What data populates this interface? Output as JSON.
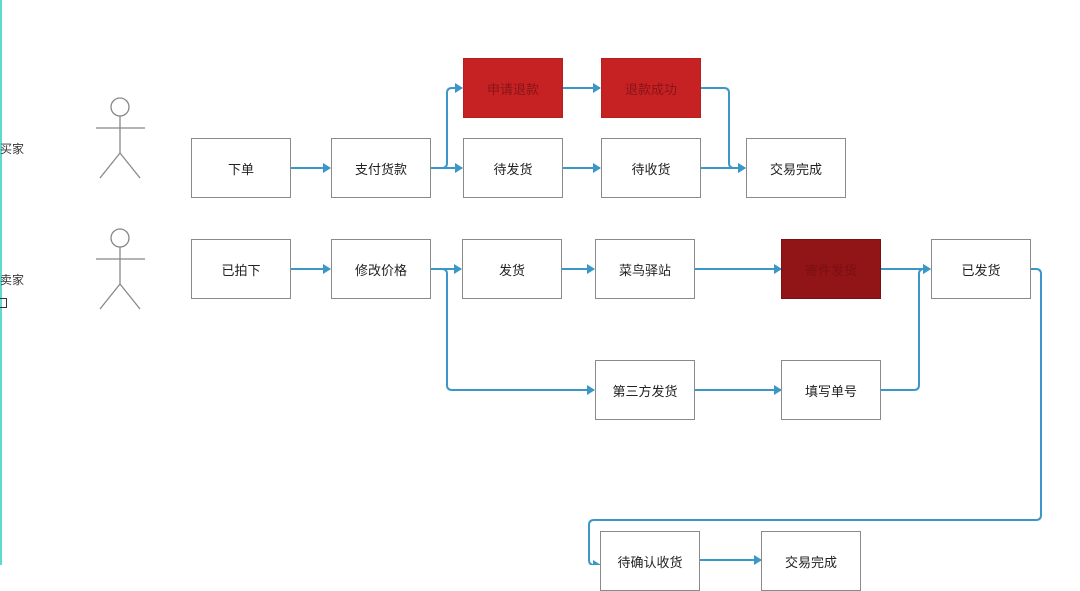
{
  "lanes": {
    "buyer": "买家",
    "seller": "卖家"
  },
  "nodes": {
    "place_order": "下单",
    "pay": "支付货款",
    "refund_apply": "申请退款",
    "refund_success": "退款成功",
    "await_ship": "待发货",
    "await_receive": "待收货",
    "deal_done_buyer": "交易完成",
    "ordered": "已拍下",
    "edit_price": "修改价格",
    "ship": "发货",
    "cainiao": "菜鸟驿站",
    "sender": "寄件发货",
    "shipped": "已发货",
    "third_party": "第三方发货",
    "fill_number": "填写单号",
    "await_confirm": "待确认收货",
    "deal_done_seller": "交易完成"
  },
  "colors": {
    "edge": "#3a97c8",
    "refund": "#c62224",
    "highlight": "#911416"
  }
}
